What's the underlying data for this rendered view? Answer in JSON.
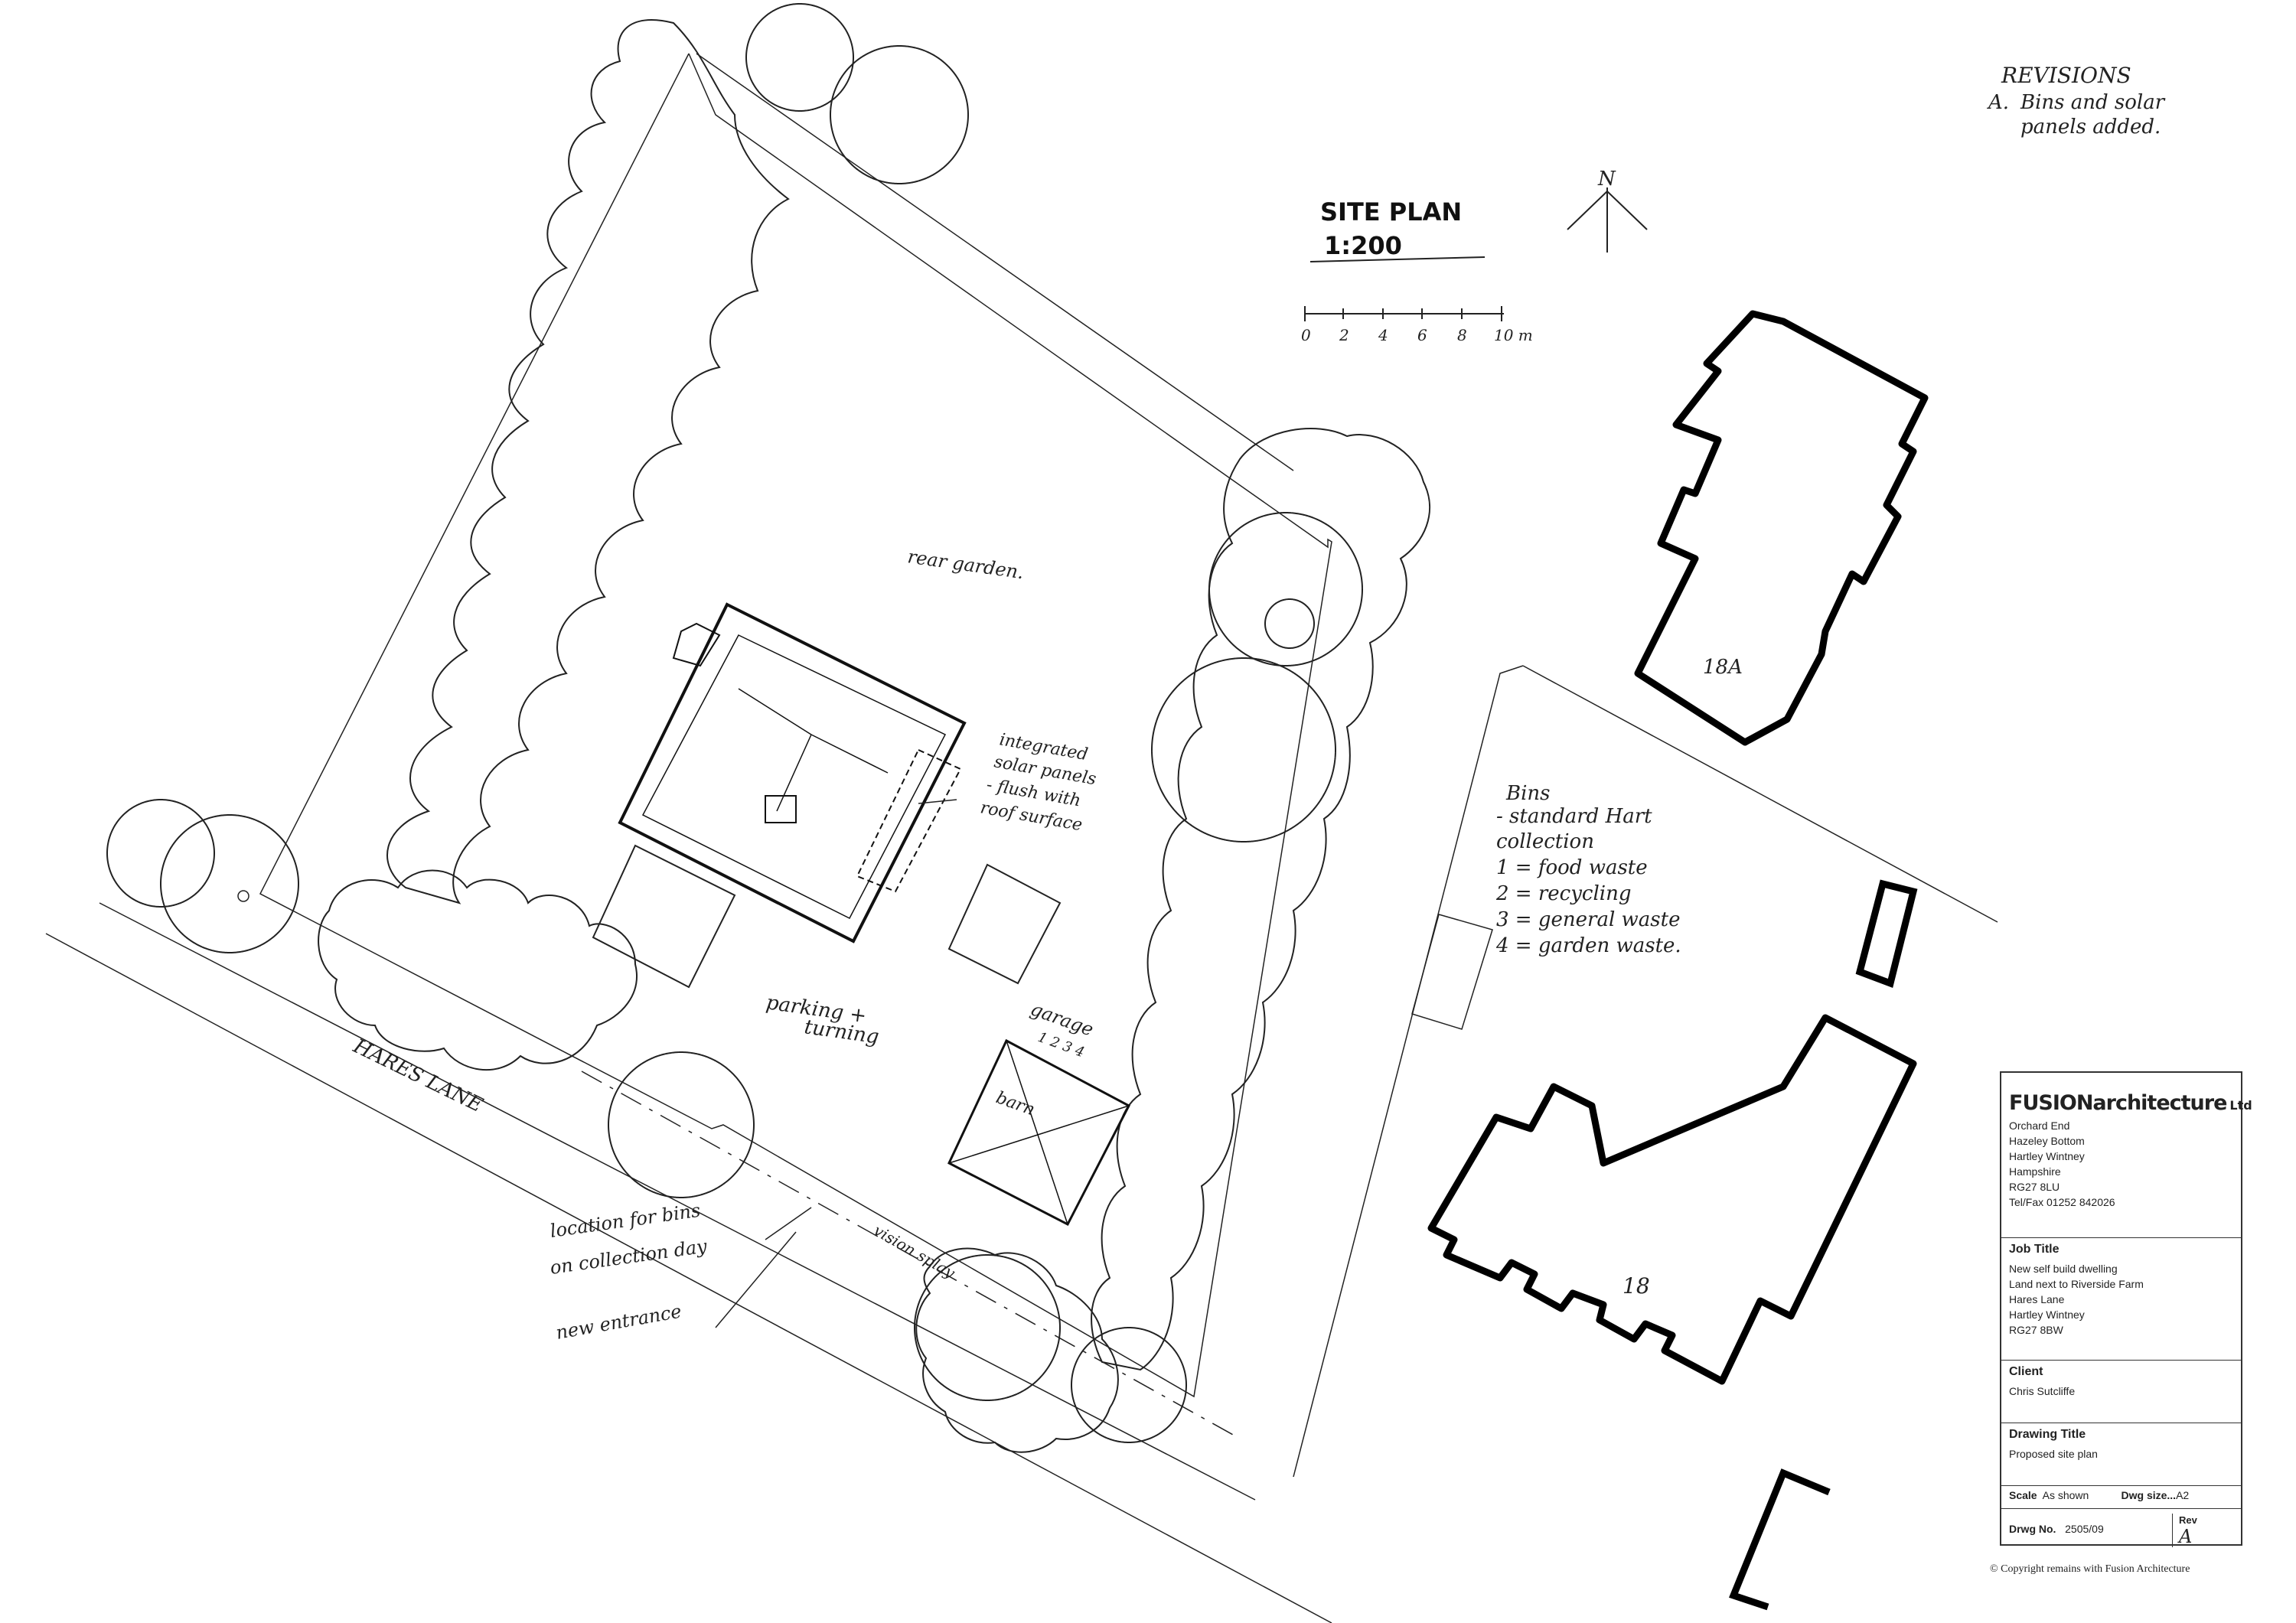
{
  "revisions": {
    "heading": "REVISIONS",
    "entries": [
      {
        "letter": "A.",
        "text_line1": "Bins and solar",
        "text_line2": "panels added."
      }
    ]
  },
  "title": {
    "line1": "SITE PLAN",
    "line2": "1:200"
  },
  "north_label": "N",
  "scale_bar": {
    "ticks": [
      "0",
      "2",
      "4",
      "6",
      "8",
      "10 m"
    ]
  },
  "labels": {
    "rear_garden": "rear garden.",
    "solar": [
      "integrated",
      "solar panels",
      "- flush with",
      "roof surface"
    ],
    "bins": [
      "Bins",
      "- standard Hart",
      "collection",
      "1 = food waste",
      "2 = recycling",
      "3 = general waste",
      "4 = garden waste."
    ],
    "parking": [
      "parking +",
      "turning"
    ],
    "garage": "garage",
    "bins_small": "1 2 3 4",
    "barn": "barn",
    "hares_lane": "HARES LANE",
    "location_bins": [
      "location for bins",
      "on collection day"
    ],
    "new_entrance": "new entrance",
    "vision_splay": "vision splay",
    "house_18a": "18A",
    "house_18": "18"
  },
  "title_block": {
    "firm_name": "FUSIONarchitecture",
    "firm_suffix": "Ltd",
    "address": [
      "Orchard End",
      "Hazeley Bottom",
      "Hartley Wintney",
      "Hampshire",
      "RG27 8LU",
      "Tel/Fax 01252 842026"
    ],
    "job_title_label": "Job Title",
    "job_title": [
      "New self build dwelling",
      "Land next to Riverside Farm",
      "Hares Lane",
      "Hartley Wintney",
      "RG27 8BW"
    ],
    "client_label": "Client",
    "client": "Chris Sutcliffe",
    "drawing_title_label": "Drawing Title",
    "drawing_title": "Proposed site plan",
    "scale_label": "Scale",
    "scale_value": "As shown",
    "dwg_size_label": "Dwg size...",
    "dwg_size_value": "A2",
    "rev_label": "Rev",
    "rev_value": "A",
    "drwg_no_label": "Drwg No.",
    "drwg_no_value": "2505/09"
  },
  "copyright": "© Copyright remains with Fusion Architecture"
}
